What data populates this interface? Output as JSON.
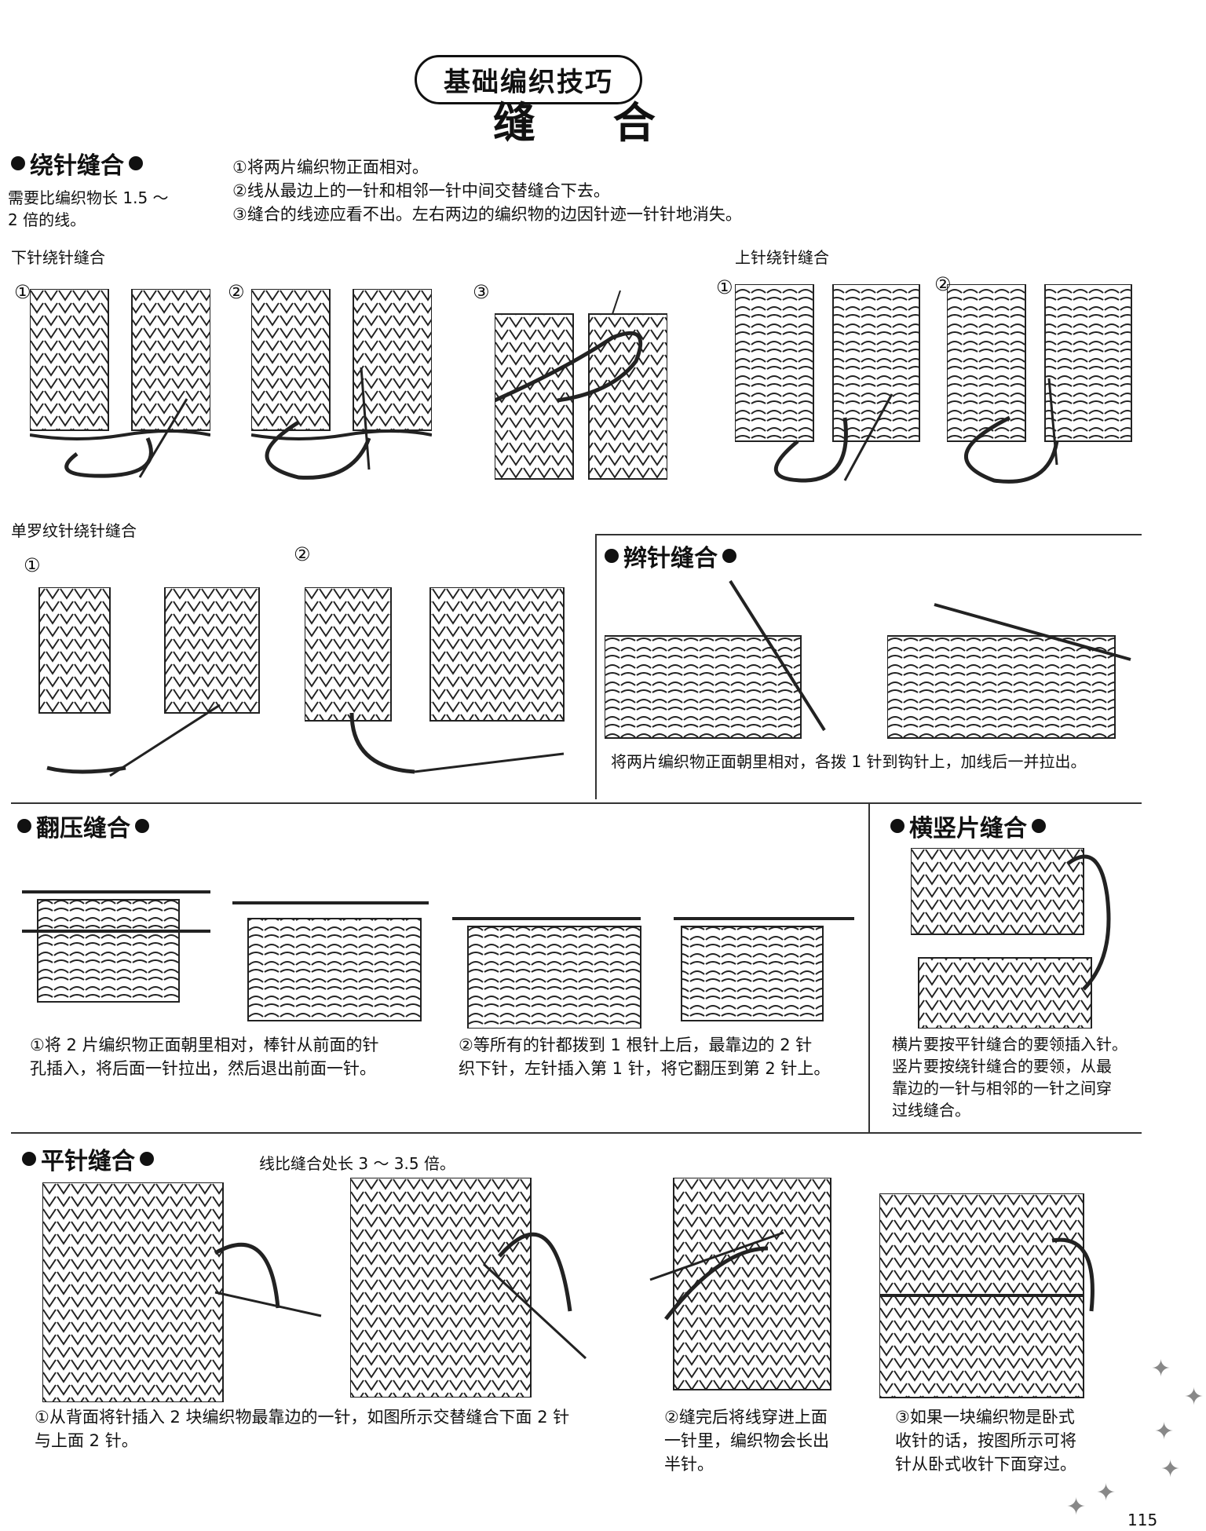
{
  "header": {
    "pill_title": "基础编织技巧",
    "main_title": "缝  合"
  },
  "sections": {
    "wrap": {
      "heading": "绕针缝合",
      "note": "需要比编织物长 1.5 ～\n2 倍的线。",
      "steps": "①将两片编织物正面相对。\n②线从最边上的一针和相邻一针中间交替缝合下去。\n③缝合的线迹应看不出。左右两边的编织物的边因针迹一针针地消失。",
      "purl_label": "下针绕针缝合",
      "knit_label": "上针绕针缝合",
      "rib_label": "单罗纹针绕针缝合"
    },
    "chain": {
      "heading": "辫针缝合",
      "caption": "将两片编织物正面朝里相对，各拨 1 针到钩针上，加线后一并拉出。"
    },
    "fold": {
      "heading": "翻压缝合",
      "caption1": "①将 2 片编织物正面朝里相对，棒针从前面的针\n孔插入，将后面一针拉出，然后退出前面一针。",
      "caption2": "②等所有的针都拨到 1 根针上后，最靠边的 2 针\n织下针，左针插入第 1 针，将它翻压到第 2 针上。"
    },
    "cross": {
      "heading": "横竖片缝合",
      "caption": "横片要按平针缝合的要领插入针。\n竖片要按绕针缝合的要领，从最\n靠边的一针与相邻的一针之间穿\n过线缝合。"
    },
    "flat": {
      "heading": "平针缝合",
      "note": "线比缝合处长 3 ～ 3.5 倍。",
      "caption1": "①从背面将针插入 2 块编织物最靠边的一针，如图所示交替缝合下面 2 针\n与上面 2 针。",
      "caption2": "②缝完后将线穿进上面\n一针里，编织物会长出\n半针。",
      "caption3": "③如果一块编织物是卧式\n收针的话，按图所示可将\n针从卧式收针下面穿过。"
    }
  },
  "markers": {
    "n1": "①",
    "n2": "②",
    "n3": "③"
  },
  "page_number": "115"
}
